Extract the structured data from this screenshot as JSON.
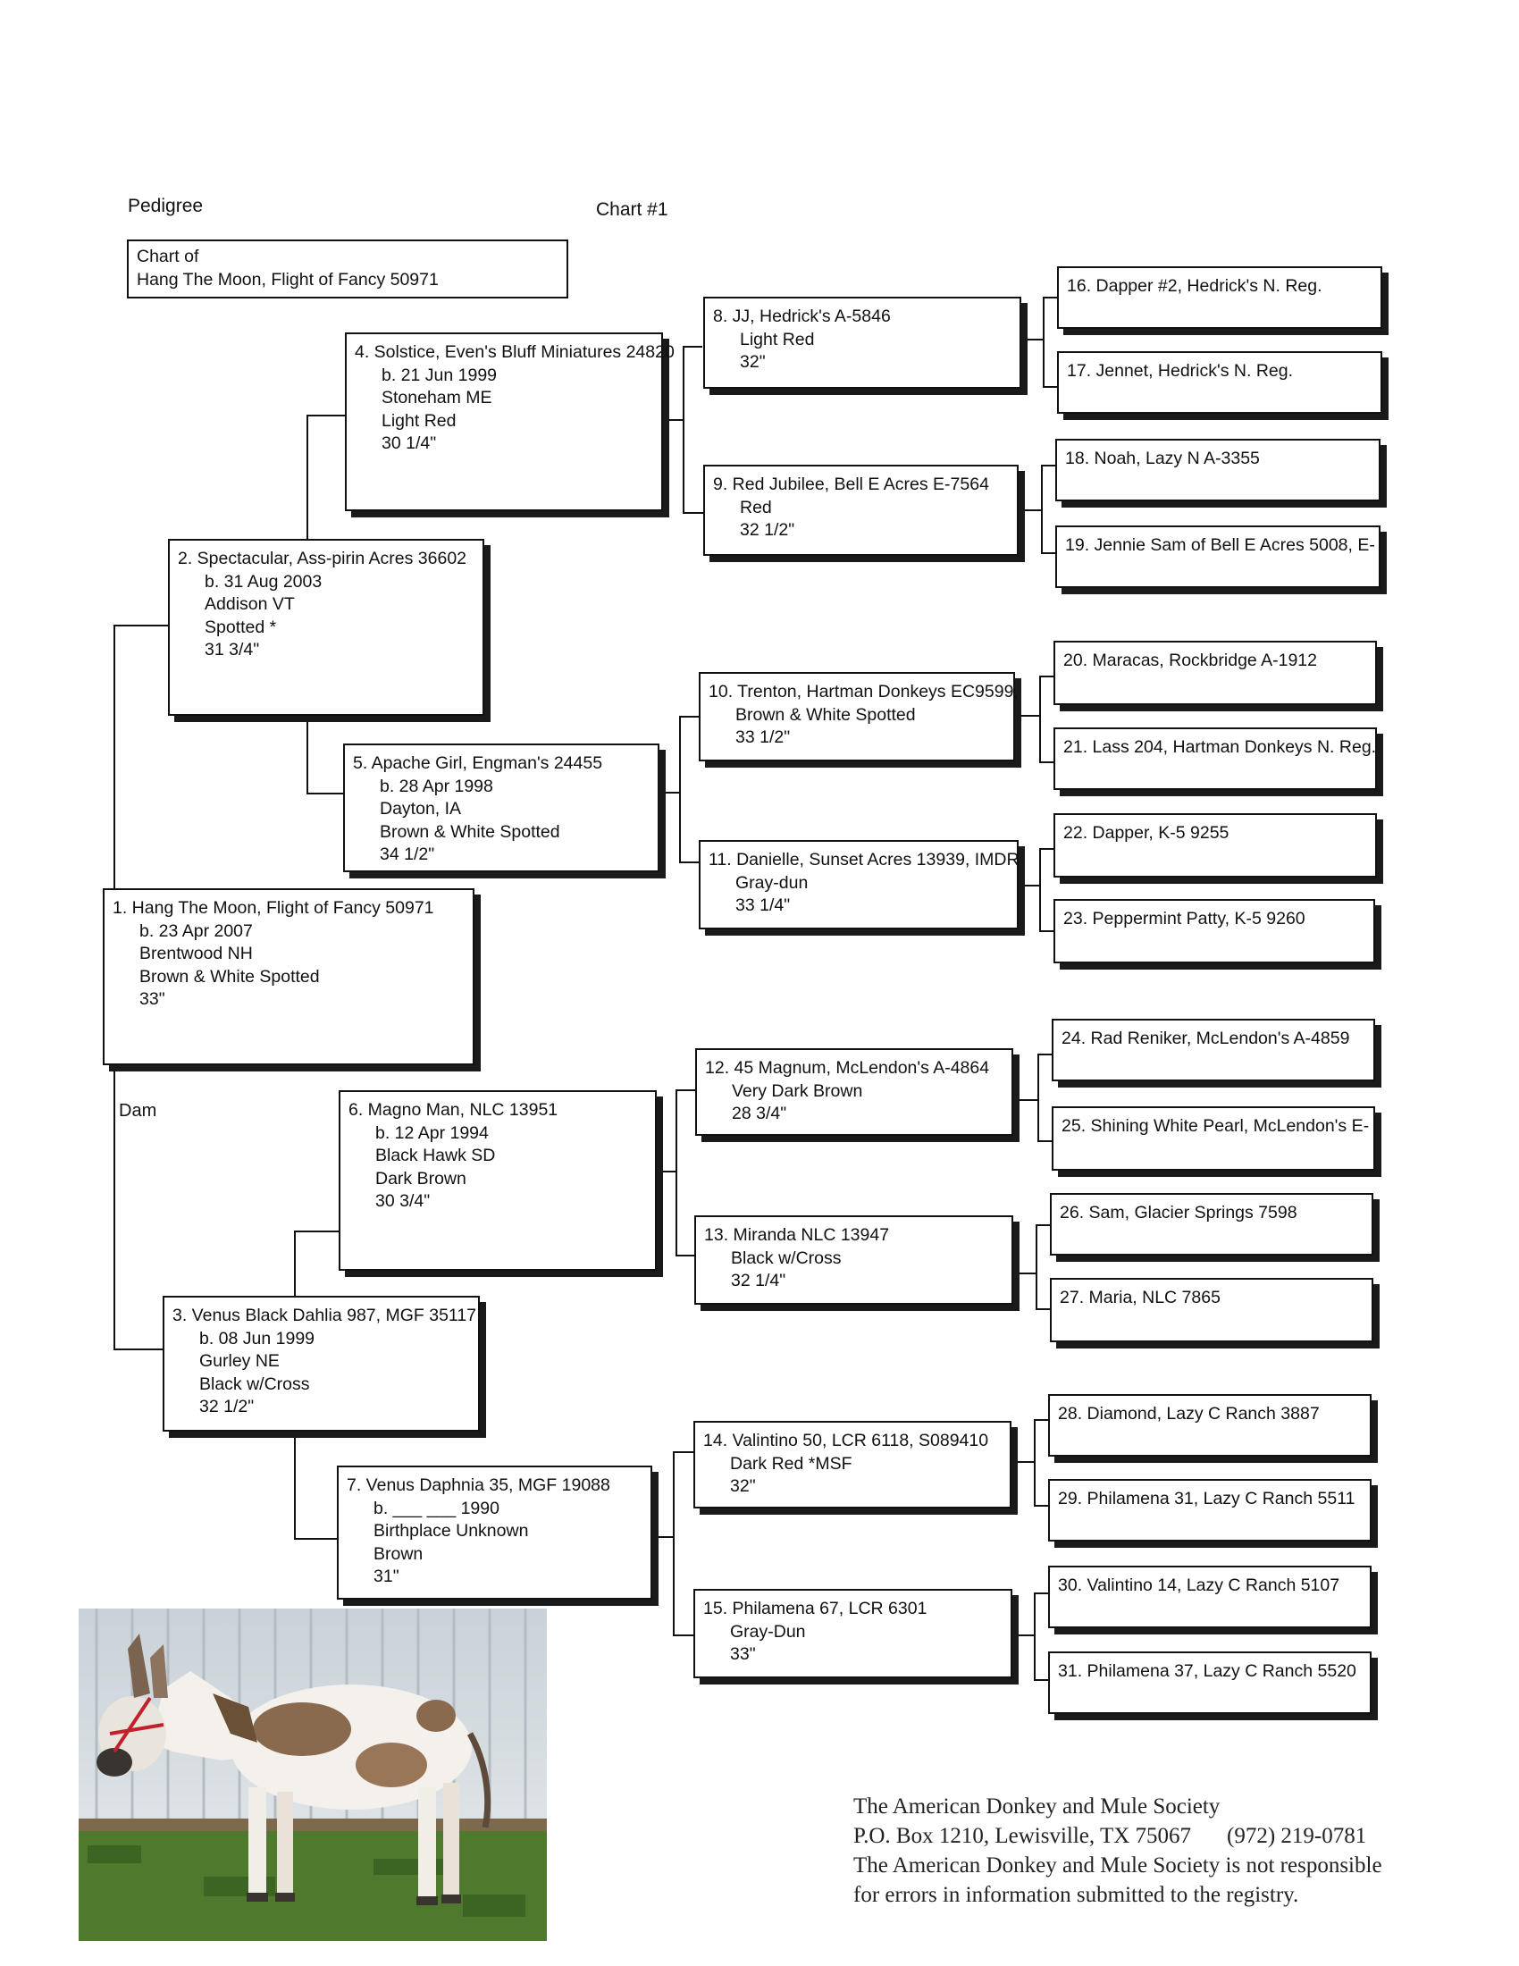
{
  "header": {
    "pedigree_label": "Pedigree",
    "chart_label": "Chart #1"
  },
  "chart_of": {
    "line1": "Chart of",
    "line2": "Hang The Moon, Flight of Fancy 50971"
  },
  "dam_label": "Dam",
  "animals": {
    "a1": [
      "1. Hang The Moon, Flight of Fancy 50971",
      "b. 23 Apr 2007",
      "Brentwood NH",
      "Brown & White Spotted",
      "33\""
    ],
    "a2": [
      "2. Spectacular, Ass-pirin Acres 36602",
      "b. 31 Aug 2003",
      "Addison VT",
      "Spotted *",
      "31 3/4\""
    ],
    "a3": [
      "3. Venus Black Dahlia 987, MGF 35117",
      "b. 08 Jun 1999",
      "Gurley NE",
      "Black w/Cross",
      "32 1/2\""
    ],
    "a4": [
      "4. Solstice, Even's Bluff Miniatures 24820",
      "b. 21 Jun 1999",
      "Stoneham ME",
      "Light Red",
      "30 1/4\""
    ],
    "a5": [
      "5. Apache Girl, Engman's 24455",
      "b. 28 Apr 1998",
      "Dayton, IA",
      "Brown & White Spotted",
      "34 1/2\""
    ],
    "a6": [
      "6. Magno Man, NLC 13951",
      "b. 12 Apr 1994",
      "Black Hawk SD",
      "Dark Brown",
      "30 3/4\""
    ],
    "a7": [
      "7. Venus Daphnia 35, MGF 19088",
      "b. ___ ___ 1990",
      "Birthplace Unknown",
      "Brown",
      "31\""
    ],
    "a8": [
      "8. JJ, Hedrick's A-5846",
      "Light Red",
      "32\""
    ],
    "a9": [
      "9. Red Jubilee, Bell E Acres E-7564",
      "Red",
      "32 1/2\""
    ],
    "a10": [
      "10. Trenton, Hartman Donkeys EC9599,",
      "Brown & White Spotted",
      "33 1/2\""
    ],
    "a11": [
      "11. Danielle, Sunset Acres 13939, IMDR",
      "Gray-dun",
      "33 1/4\""
    ],
    "a12": [
      "12. 45 Magnum, McLendon's A-4864",
      "Very Dark Brown",
      "28 3/4\""
    ],
    "a13": [
      "13. Miranda NLC 13947",
      "Black w/Cross",
      "32 1/4\""
    ],
    "a14": [
      "14. Valintino 50, LCR 6118, S089410",
      "Dark Red *MSF",
      "32\""
    ],
    "a15": [
      "15. Philamena 67, LCR 6301",
      "Gray-Dun",
      "33\""
    ],
    "a16": [
      "16. Dapper #2, Hedrick's N. Reg."
    ],
    "a17": [
      "17. Jennet, Hedrick's N. Reg."
    ],
    "a18": [
      "18. Noah, Lazy N A-3355"
    ],
    "a19": [
      "19. Jennie Sam of Bell E Acres 5008, E-"
    ],
    "a20": [
      "20. Maracas, Rockbridge A-1912"
    ],
    "a21": [
      "21. Lass 204, Hartman Donkeys N. Reg."
    ],
    "a22": [
      "22. Dapper, K-5 9255"
    ],
    "a23": [
      "23. Peppermint Patty, K-5 9260"
    ],
    "a24": [
      "24. Rad Reniker, McLendon's A-4859"
    ],
    "a25": [
      "25. Shining White Pearl, McLendon's E-"
    ],
    "a26": [
      "26. Sam, Glacier Springs 7598"
    ],
    "a27": [
      "27. Maria, NLC 7865"
    ],
    "a28": [
      "28. Diamond, Lazy C Ranch 3887"
    ],
    "a29": [
      "29. Philamena 31, Lazy C Ranch 5511"
    ],
    "a30": [
      "30. Valintino 14, Lazy C Ranch 5107"
    ],
    "a31": [
      "31. Philamena 37, Lazy C Ranch 5520"
    ]
  },
  "footer": {
    "org": "The American Donkey and Mule Society",
    "address": "P.O. Box 1210, Lewisville, TX 75067",
    "phone": "(972) 219-0781",
    "disclaimer1": "The American Donkey and Mule Society is not responsible",
    "disclaimer2": "for errors in information submitted to the registry."
  },
  "icons": {
    "photo": "donkey-photo"
  }
}
